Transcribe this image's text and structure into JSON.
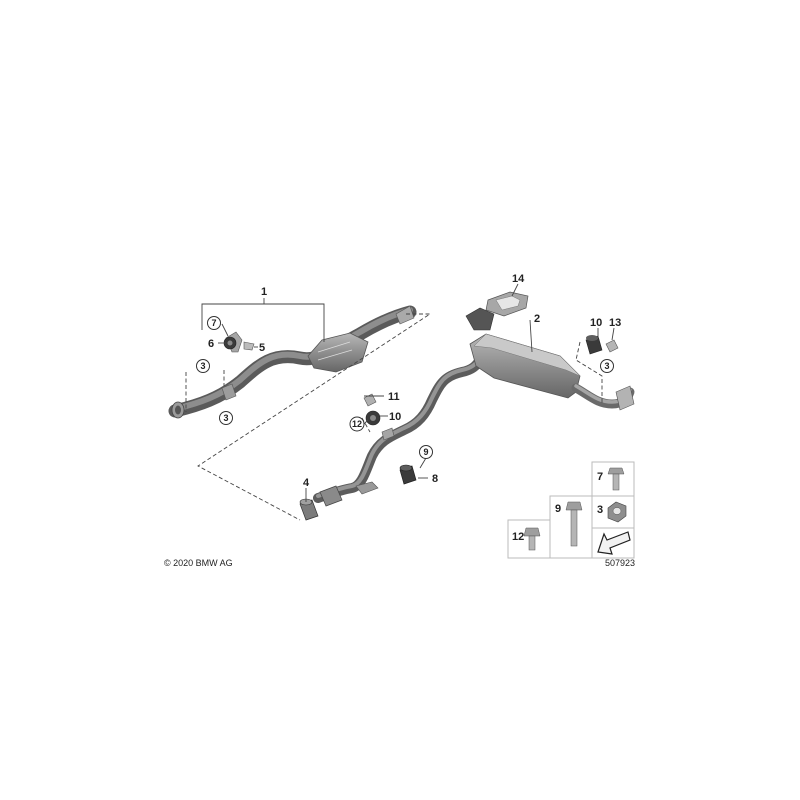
{
  "copyright": "© 2020 BMW AG",
  "diagram_number": "507923",
  "callouts": {
    "c1": "1",
    "c2": "2",
    "c3a": "3",
    "c3b": "3",
    "c3c": "3",
    "c4": "4",
    "c5": "5",
    "c6": "6",
    "c7": "7",
    "c8": "8",
    "c9": "9",
    "c10a": "10",
    "c10b": "10",
    "c11": "11",
    "c12": "12",
    "c13": "13",
    "c14": "14"
  },
  "legend": {
    "l7": "7",
    "l9": "9",
    "l3": "3",
    "l12": "12"
  },
  "colors": {
    "part_dark": "#6f6f6f",
    "part_mid": "#9a9a9a",
    "part_light": "#c9c9c9",
    "line": "#444444"
  }
}
